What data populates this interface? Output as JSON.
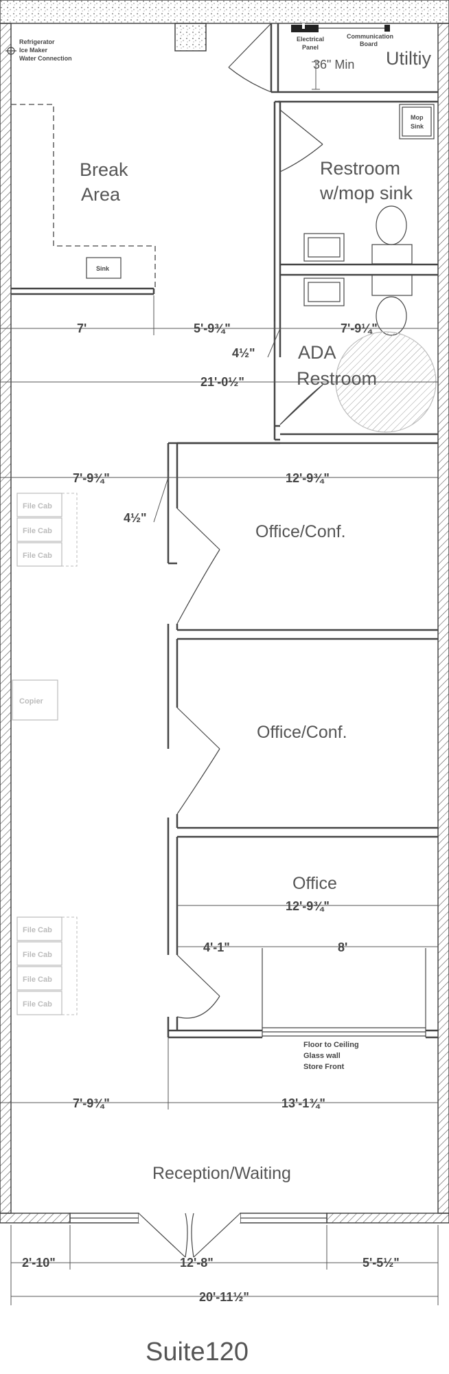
{
  "rooms": {
    "utility": "Utiltiy",
    "break_l1": "Break",
    "break_l2": "Area",
    "restroom_l1": "Restroom",
    "restroom_l2": "w/mop sink",
    "ada_l1": "ADA",
    "ada_l2": "Restroom",
    "office_conf_1": "Office/Conf.",
    "office_conf_2": "Office/Conf.",
    "office": "Office",
    "reception": "Reception/Waiting"
  },
  "notes": {
    "refrigerator_l1": "Refrigerator",
    "refrigerator_l2": "Ice Maker",
    "refrigerator_l3": "Water Connection",
    "electrical_l1": "Electrical",
    "electrical_l2": "Panel",
    "communication_l1": "Communication",
    "communication_l2": "Board",
    "clearance": "36\" Min",
    "mop_l1": "Mop",
    "mop_l2": "Sink",
    "sink": "Sink",
    "glass_l1": "Floor to Ceiling",
    "glass_l2": "Glass wall",
    "glass_l3": "Store Front"
  },
  "furniture": {
    "file_cab": "File Cab",
    "copier": "Copier"
  },
  "dimensions": {
    "d_7": "7'",
    "d_5_9_34": "5'-9¾\"",
    "d_7_9_14": "7'-9¼\"",
    "d_4_12_a": "4½\"",
    "d_21_0_12": "21'-0½\"",
    "d_7_9_34_a": "7'-9¾\"",
    "d_12_9_34_a": "12'-9¾\"",
    "d_4_12_b": "4½\"",
    "d_12_9_34_b": "12'-9¾\"",
    "d_4_1": "4'-1\"",
    "d_8": "8'",
    "d_7_9_34_b": "7'-9¾\"",
    "d_13_1_34": "13'-1¾\"",
    "d_2_10": "2'-10\"",
    "d_12_8": "12'-8\"",
    "d_5_5_12": "5'-5½\"",
    "d_20_11_12": "20'-11½\""
  },
  "title": "Suite120"
}
